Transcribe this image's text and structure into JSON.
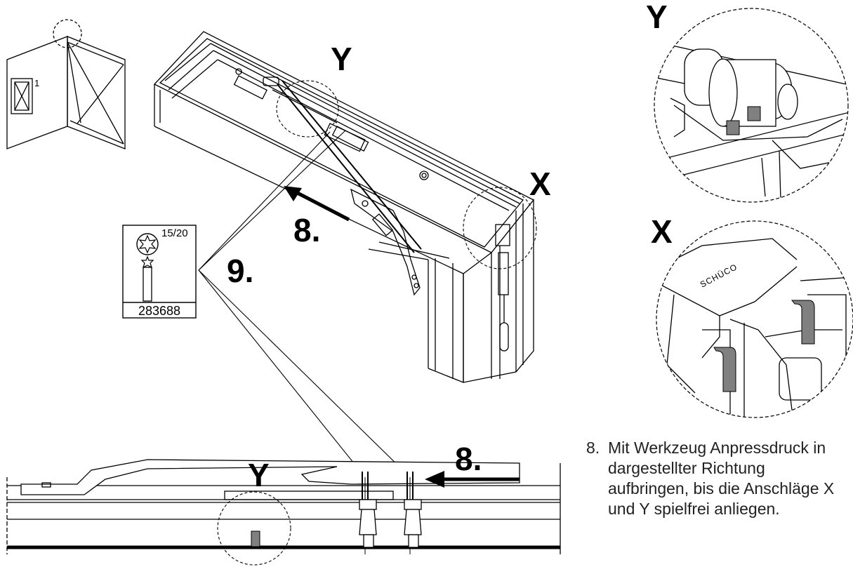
{
  "labels": {
    "detail_y": "Y",
    "detail_x": "X",
    "step_8": "8.",
    "step_9": "9."
  },
  "overview_view_number": "1",
  "tool": {
    "size": "15/20",
    "article_number": "283688"
  },
  "logo_text": "SCHÜCO",
  "instruction": {
    "number": "8.",
    "text": "Mit Werkzeug Anpressdruck in dargestellter Richtung aufbringen, bis die Anschläge X und Y spielfrei anliegen."
  }
}
